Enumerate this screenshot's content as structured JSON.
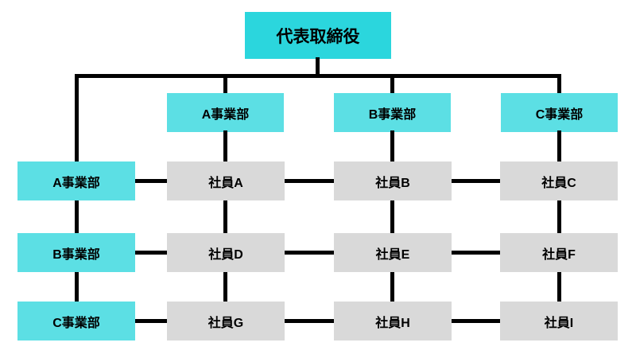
{
  "diagram": {
    "type": "org-chart-matrix",
    "president": "代表取締役",
    "top_divisions": [
      {
        "label": "A事業部"
      },
      {
        "label": "B事業部"
      },
      {
        "label": "C事業部"
      }
    ],
    "left_divisions": [
      {
        "label": "A事業部"
      },
      {
        "label": "B事業部"
      },
      {
        "label": "C事業部"
      }
    ],
    "employees": [
      [
        "社員A",
        "社員B",
        "社員C"
      ],
      [
        "社員D",
        "社員E",
        "社員F"
      ],
      [
        "社員G",
        "社員H",
        "社員I"
      ]
    ],
    "colors": {
      "president": "#2bd6dd",
      "division": "#5cdfe4",
      "employee": "#d9d9d9",
      "line": "#000000"
    }
  }
}
